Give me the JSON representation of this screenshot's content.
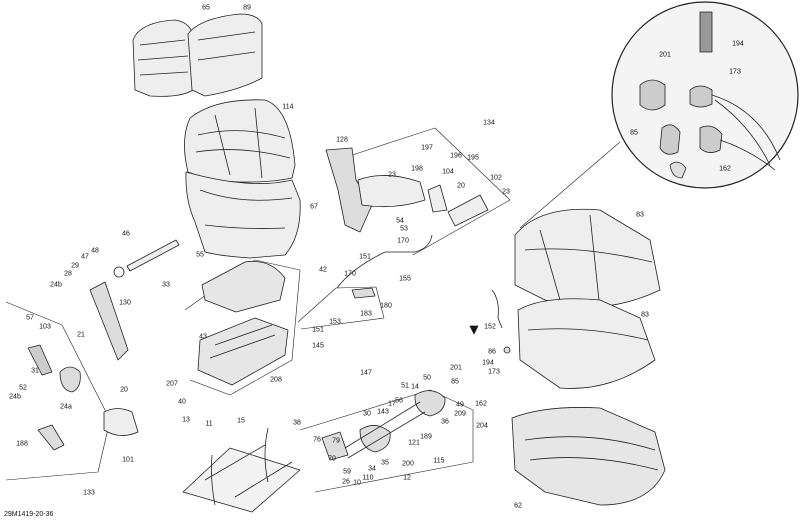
{
  "drawing_code": "29M1419-20-36",
  "callouts": [
    {
      "id": "c65",
      "text": "65"
    },
    {
      "id": "c89",
      "text": "89"
    },
    {
      "id": "c114",
      "text": "114"
    },
    {
      "id": "c67",
      "text": "67"
    },
    {
      "id": "c128",
      "text": "128"
    },
    {
      "id": "c134",
      "text": "134"
    },
    {
      "id": "c23a",
      "text": "23"
    },
    {
      "id": "c197",
      "text": "197"
    },
    {
      "id": "c196",
      "text": "196"
    },
    {
      "id": "c195",
      "text": "195"
    },
    {
      "id": "c198",
      "text": "198"
    },
    {
      "id": "c104",
      "text": "104"
    },
    {
      "id": "c20a",
      "text": "20"
    },
    {
      "id": "c102",
      "text": "102"
    },
    {
      "id": "c23b",
      "text": "23"
    },
    {
      "id": "c54",
      "text": "54"
    },
    {
      "id": "c53",
      "text": "53"
    },
    {
      "id": "c170a",
      "text": "170"
    },
    {
      "id": "c46",
      "text": "46"
    },
    {
      "id": "c48",
      "text": "48"
    },
    {
      "id": "c47",
      "text": "47"
    },
    {
      "id": "c29",
      "text": "29"
    },
    {
      "id": "c28",
      "text": "28"
    },
    {
      "id": "c24b_a",
      "text": "24b"
    },
    {
      "id": "c130",
      "text": "130"
    },
    {
      "id": "c55",
      "text": "55"
    },
    {
      "id": "c33",
      "text": "33"
    },
    {
      "id": "c42",
      "text": "42"
    },
    {
      "id": "c151a",
      "text": "151"
    },
    {
      "id": "c170b",
      "text": "170"
    },
    {
      "id": "c155",
      "text": "155"
    },
    {
      "id": "c153",
      "text": "153"
    },
    {
      "id": "c151b",
      "text": "151"
    },
    {
      "id": "c183",
      "text": "183"
    },
    {
      "id": "c180",
      "text": "180"
    },
    {
      "id": "c57",
      "text": "57"
    },
    {
      "id": "c103",
      "text": "103"
    },
    {
      "id": "c43",
      "text": "43"
    },
    {
      "id": "c21",
      "text": "21"
    },
    {
      "id": "c31",
      "text": "31"
    },
    {
      "id": "c20b",
      "text": "20"
    },
    {
      "id": "c52",
      "text": "52"
    },
    {
      "id": "c24b_b",
      "text": "24b"
    },
    {
      "id": "c24a",
      "text": "24a"
    },
    {
      "id": "c207",
      "text": "207"
    },
    {
      "id": "c40",
      "text": "40"
    },
    {
      "id": "c208",
      "text": "208"
    },
    {
      "id": "c145",
      "text": "145"
    },
    {
      "id": "c13",
      "text": "13"
    },
    {
      "id": "c11",
      "text": "11"
    },
    {
      "id": "c15",
      "text": "15"
    },
    {
      "id": "c101",
      "text": "101"
    },
    {
      "id": "c188",
      "text": "188"
    },
    {
      "id": "c133",
      "text": "133"
    },
    {
      "id": "c38",
      "text": "38"
    },
    {
      "id": "c147",
      "text": "147"
    },
    {
      "id": "c51",
      "text": "51"
    },
    {
      "id": "c14",
      "text": "14"
    },
    {
      "id": "c50",
      "text": "50"
    },
    {
      "id": "c17",
      "text": "17"
    },
    {
      "id": "c56",
      "text": "56"
    },
    {
      "id": "c143",
      "text": "143"
    },
    {
      "id": "c30",
      "text": "30"
    },
    {
      "id": "c49",
      "text": "49"
    },
    {
      "id": "c209",
      "text": "209"
    },
    {
      "id": "c36",
      "text": "36"
    },
    {
      "id": "c121",
      "text": "121"
    },
    {
      "id": "c189",
      "text": "189"
    },
    {
      "id": "c76",
      "text": "76"
    },
    {
      "id": "c79",
      "text": "79"
    },
    {
      "id": "c70",
      "text": "70"
    },
    {
      "id": "c59",
      "text": "59"
    },
    {
      "id": "c34",
      "text": "34"
    },
    {
      "id": "c35",
      "text": "35"
    },
    {
      "id": "c200",
      "text": "200"
    },
    {
      "id": "c115",
      "text": "115"
    },
    {
      "id": "c26",
      "text": "26"
    },
    {
      "id": "c10",
      "text": "10"
    },
    {
      "id": "c110",
      "text": "110"
    },
    {
      "id": "c12",
      "text": "12"
    },
    {
      "id": "c201a",
      "text": "201"
    },
    {
      "id": "c194a",
      "text": "194"
    },
    {
      "id": "c173a",
      "text": "173"
    },
    {
      "id": "c85a",
      "text": "85"
    },
    {
      "id": "c162a",
      "text": "162"
    },
    {
      "id": "c83a",
      "text": "83"
    },
    {
      "id": "c83b",
      "text": "83"
    },
    {
      "id": "c86",
      "text": "86"
    },
    {
      "id": "c152",
      "text": "152"
    },
    {
      "id": "c201b",
      "text": "201"
    },
    {
      "id": "c194b",
      "text": "194"
    },
    {
      "id": "c173b",
      "text": "173"
    },
    {
      "id": "c85b",
      "text": "85"
    },
    {
      "id": "c162b",
      "text": "162"
    },
    {
      "id": "c204",
      "text": "204"
    },
    {
      "id": "c62",
      "text": "62"
    }
  ]
}
